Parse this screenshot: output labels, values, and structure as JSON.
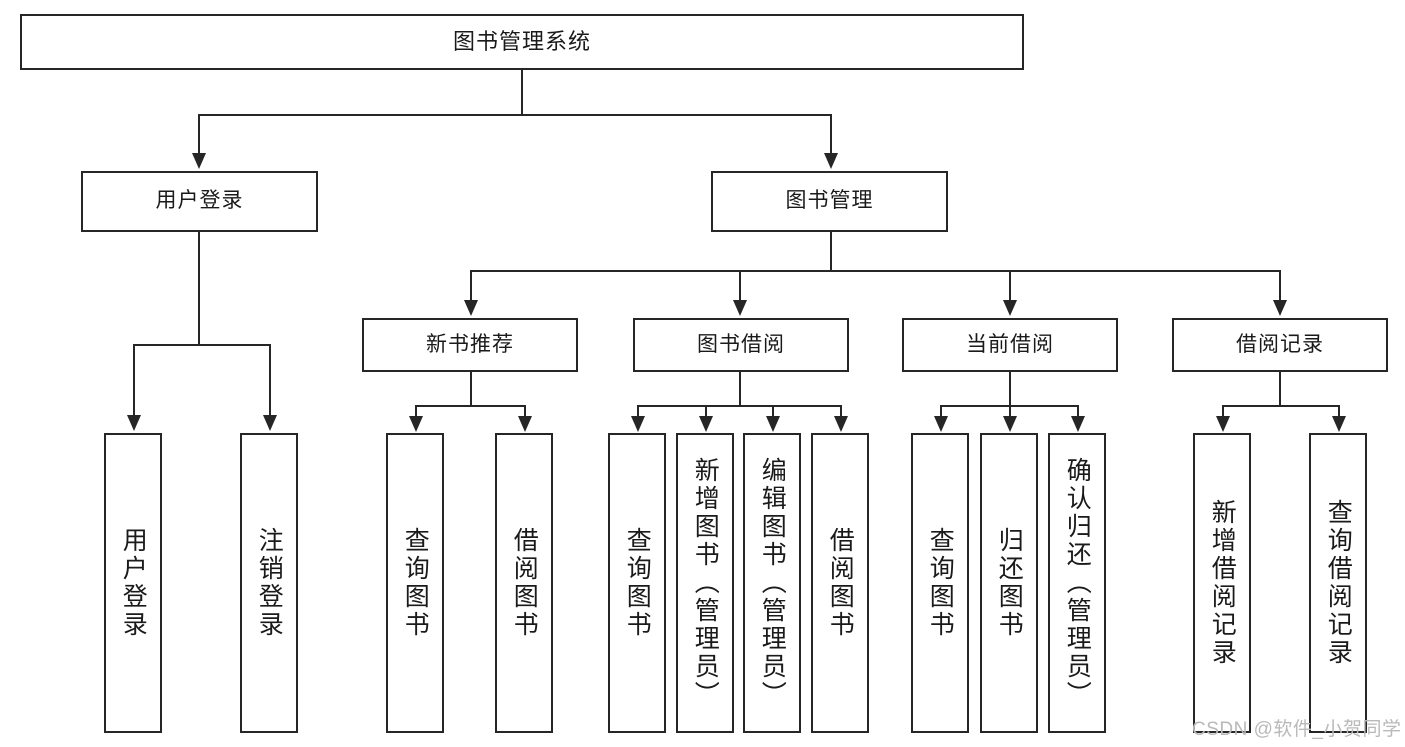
{
  "diagram": {
    "title": "图书管理系统",
    "watermark": "CSDN @软件_小贺同学",
    "nodes": {
      "root": {
        "label": "图书管理系统"
      },
      "level2": [
        {
          "id": "user-login",
          "label": "用户登录"
        },
        {
          "id": "book-management",
          "label": "图书管理"
        }
      ],
      "level3": [
        {
          "id": "new-book-recommend",
          "label": "新书推荐"
        },
        {
          "id": "book-borrow",
          "label": "图书借阅"
        },
        {
          "id": "current-borrow",
          "label": "当前借阅"
        },
        {
          "id": "borrow-record",
          "label": "借阅记录"
        }
      ],
      "leaves": {
        "user_login": [
          {
            "id": "leaf-user-login",
            "label": "用户登录"
          },
          {
            "id": "leaf-logout-login",
            "label": "注销登录"
          }
        ],
        "new_book_recommend": [
          {
            "id": "leaf-query-book-1",
            "label": "查询图书"
          },
          {
            "id": "leaf-borrow-book-1",
            "label": "借阅图书"
          }
        ],
        "book_borrow": [
          {
            "id": "leaf-query-book-2",
            "label": "查询图书"
          },
          {
            "id": "leaf-add-book-admin",
            "label": "新增图书（管理员）"
          },
          {
            "id": "leaf-edit-book-admin",
            "label": "编辑图书（管理员）"
          },
          {
            "id": "leaf-borrow-book-2",
            "label": "借阅图书"
          }
        ],
        "current_borrow": [
          {
            "id": "leaf-query-book-3",
            "label": "查询图书"
          },
          {
            "id": "leaf-return-book",
            "label": "归还图书"
          },
          {
            "id": "leaf-confirm-return-admin",
            "label": "确认归还（管理员）"
          }
        ],
        "borrow_record": [
          {
            "id": "leaf-add-borrow-record",
            "label": "新增借阅记录"
          },
          {
            "id": "leaf-query-borrow-record",
            "label": "查询借阅记录"
          }
        ]
      }
    },
    "colors": {
      "stroke": "#262626",
      "background": "#ffffff",
      "watermark": "#b9b9b9"
    }
  }
}
